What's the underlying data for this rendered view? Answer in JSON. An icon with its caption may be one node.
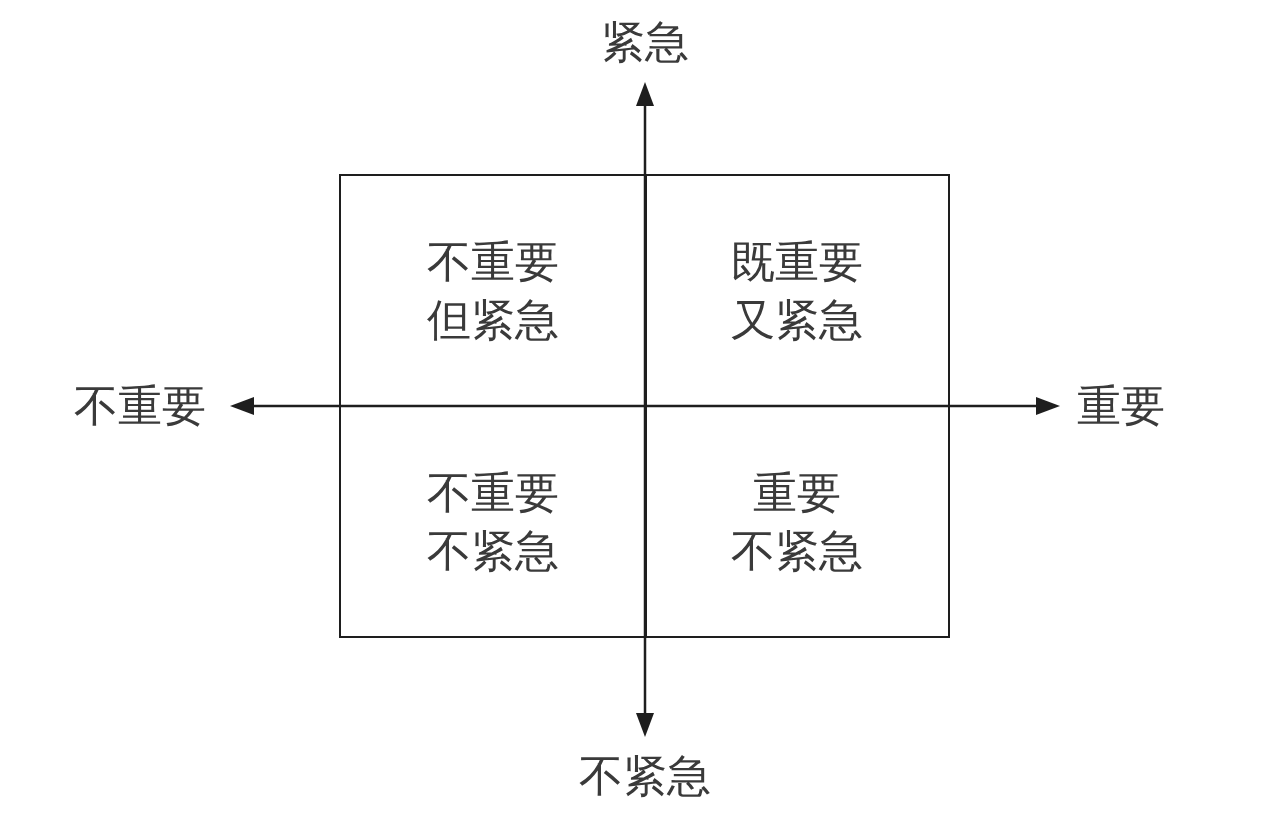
{
  "diagram": {
    "nodes": [
      {
        "text": [
          "不重要但紧急"
        ]
      },
      {
        "text": [
          "既重要又紧急"
        ]
      },
      {
        "text": [
          "不重要不紧急"
        ]
      },
      {
        "text": [
          "重要不紧急"
        ]
      }
    ],
    "labels": [
      "紧急",
      "不重要",
      "重要",
      "不紧急"
    ]
  }
}
